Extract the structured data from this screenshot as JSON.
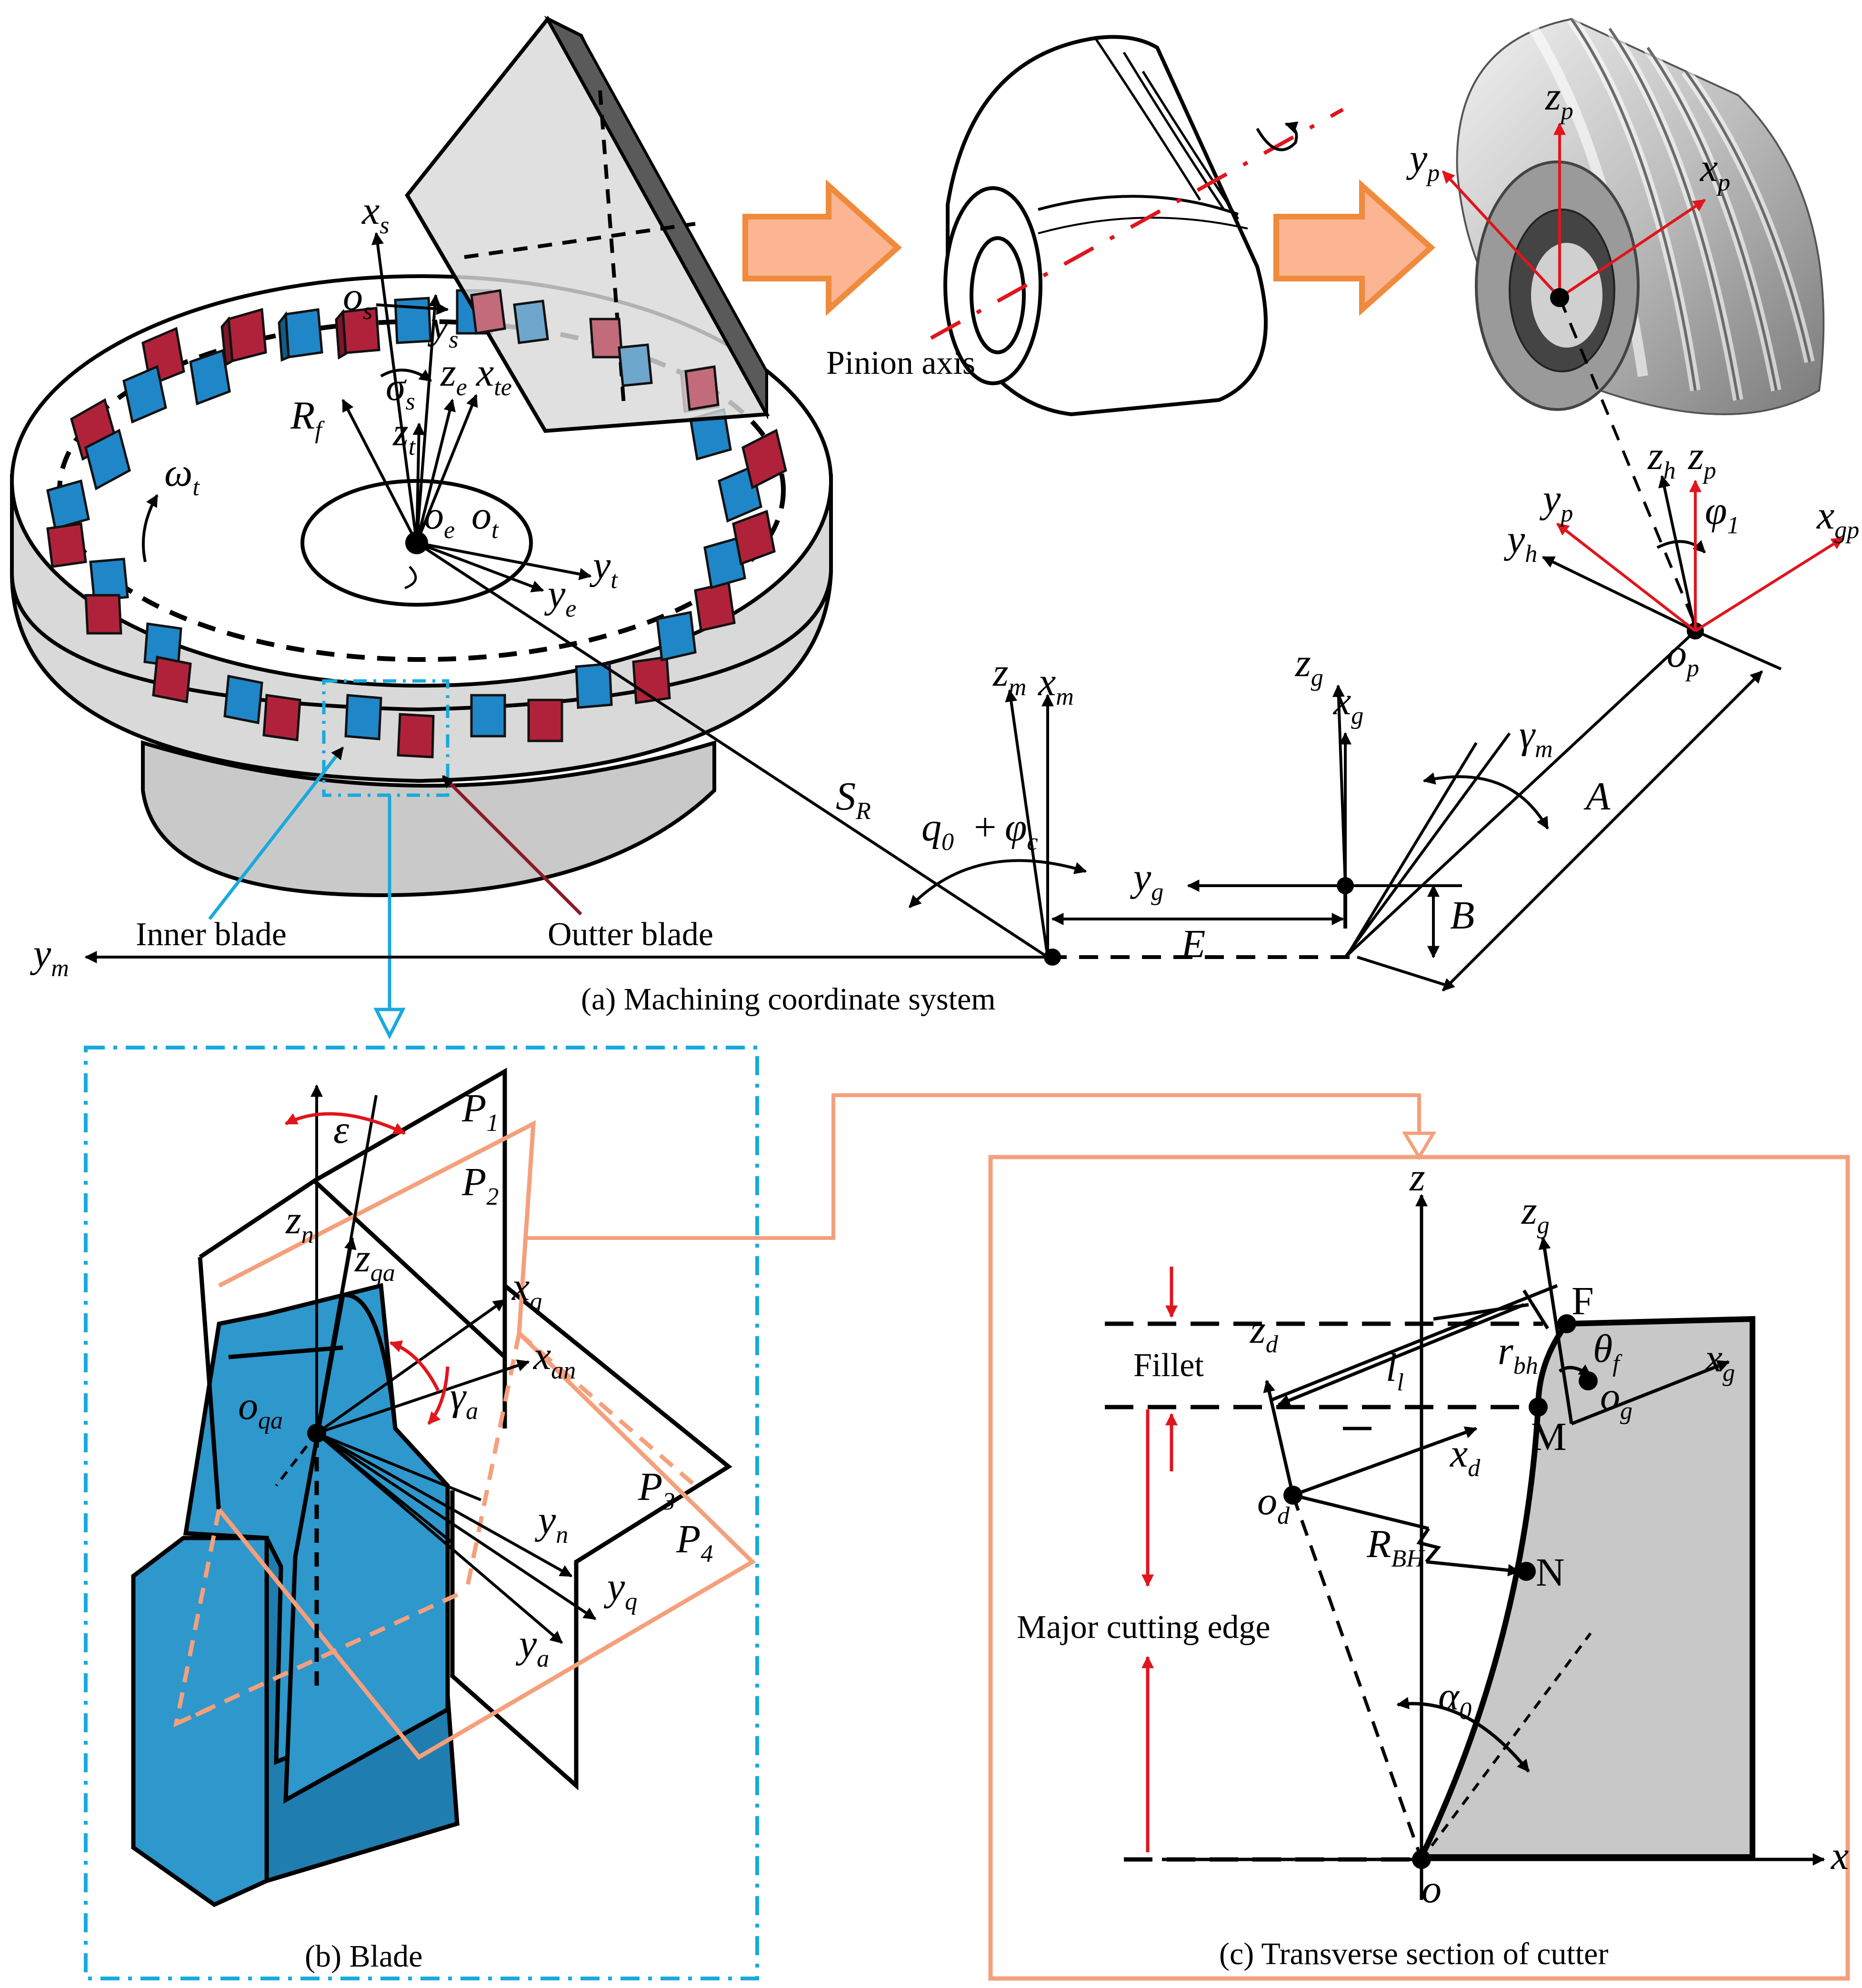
{
  "captions": {
    "a": "(a) Machining coordinate system",
    "b": "(b) Blade",
    "c": "(c) Transverse section of cutter"
  },
  "labels": {
    "pinion_axis": "Pinion axis",
    "inner_blade": "Inner blade",
    "outter_blade": "Outter blade",
    "fillet": "Fillet",
    "major_cutting_edge": "Major cutting edge",
    "point_F": "F",
    "point_M": "M",
    "point_N": "N"
  },
  "symbols": {
    "a": {
      "xs": [
        "x",
        "s"
      ],
      "os": [
        "o",
        "s"
      ],
      "ys": [
        "y",
        "s"
      ],
      "sigma_s": [
        "σ",
        "s"
      ],
      "Rf": [
        "R",
        "f"
      ],
      "ze": [
        "z",
        "e"
      ],
      "xte": [
        "x",
        "te"
      ],
      "zt": [
        "z",
        "t"
      ],
      "omega_t": [
        "ω",
        "t"
      ],
      "oe": [
        "o",
        "e"
      ],
      "ot": [
        "o",
        "t"
      ],
      "yt": [
        "y",
        "t"
      ],
      "ye": [
        "y",
        "e"
      ],
      "SR": [
        "S",
        "R"
      ],
      "q0": [
        "q",
        "0"
      ],
      "phi_c": [
        "φ",
        "c"
      ],
      "zm": [
        "z",
        "m"
      ],
      "xm": [
        "x",
        "m"
      ],
      "ym": [
        "y",
        "m"
      ],
      "zg": [
        "z",
        "g"
      ],
      "xg": [
        "x",
        "g"
      ],
      "yg": [
        "y",
        "g"
      ],
      "gamma_m": [
        "γ",
        "m"
      ],
      "A": "A",
      "B": "B",
      "E": "E",
      "op": [
        "o",
        "p"
      ],
      "zh": [
        "z",
        "h"
      ],
      "zp": [
        "z",
        "p"
      ],
      "yp": [
        "y",
        "p"
      ],
      "yh": [
        "y",
        "h"
      ],
      "xgp": [
        "x",
        "gp"
      ],
      "phi1": [
        "φ",
        "1"
      ],
      "xp": [
        "x",
        "p"
      ]
    },
    "b": {
      "epsilon": "ε",
      "P1": [
        "P",
        "1"
      ],
      "P2": [
        "P",
        "2"
      ],
      "P3": [
        "P",
        "3"
      ],
      "P4": [
        "P",
        "4"
      ],
      "zn": [
        "z",
        "n"
      ],
      "zqa": [
        "z",
        "qa"
      ],
      "xq": [
        "x",
        "q"
      ],
      "xan": [
        "x",
        "an"
      ],
      "oqa": [
        "o",
        "qa"
      ],
      "gamma_a": [
        "γ",
        "a"
      ],
      "yn": [
        "y",
        "n"
      ],
      "yq": [
        "y",
        "q"
      ],
      "ya": [
        "y",
        "a"
      ]
    },
    "c": {
      "z": "z",
      "zg": [
        "z",
        "g"
      ],
      "zd": [
        "z",
        "d"
      ],
      "ll": [
        "l",
        "l"
      ],
      "rbh": [
        "r",
        "bh"
      ],
      "theta_f": [
        "θ",
        "f"
      ],
      "xg": [
        "x",
        "g"
      ],
      "og": [
        "o",
        "g"
      ],
      "xd": [
        "x",
        "d"
      ],
      "od": [
        "o",
        "d"
      ],
      "RBH": [
        "R",
        "BH"
      ],
      "alpha0": [
        "α",
        "0"
      ],
      "o": "o",
      "x": "x"
    }
  },
  "colors": {
    "inner_blade": "#1f86c8",
    "outer_blade": "#b0223a",
    "arrow_orange": "#f59a58",
    "frame_cyan": "#18aadc",
    "frame_salmon": "#f4a07c",
    "red_axes": "#e0151d",
    "cutter_body": "#d8d8d8",
    "section_fill": "#c8c8c8"
  }
}
